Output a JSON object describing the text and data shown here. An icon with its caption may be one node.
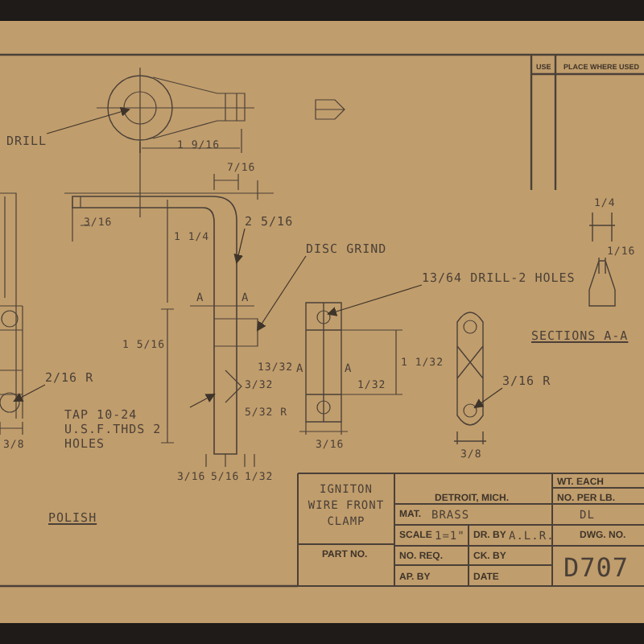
{
  "diagram": {
    "nodes": [
      {
        "text": [
          "DRILL"
        ]
      },
      {
        "text": [
          "DISC GRIND"
        ]
      },
      {
        "text": [
          "13/64 DRILL-2 HOLES"
        ]
      },
      {
        "text": [
          "TAP 10-24 U.S.F.THDS 2 HOLES"
        ]
      },
      {
        "text": [
          "3/16 R"
        ]
      },
      {
        "text": [
          "2/16 R"
        ]
      },
      {
        "text": [
          "2 5/16"
        ]
      }
    ],
    "edges": [
      {
        "from": 0,
        "to": null,
        "arrow": "to"
      },
      {
        "from": 1,
        "to": null,
        "arrow": "to"
      },
      {
        "from": 2,
        "to": null,
        "arrow": "to"
      },
      {
        "from": 3,
        "to": null,
        "arrow": "to"
      },
      {
        "from": 4,
        "to": null,
        "arrow": "to"
      },
      {
        "from": 5,
        "to": null,
        "arrow": "to"
      },
      {
        "from": 6,
        "to": null,
        "arrow": "to"
      }
    ],
    "labels": [
      "USE",
      "PLACE WHERE USED",
      "1 9/16",
      "7/16",
      "3/16",
      "1 1/4",
      "A",
      "A",
      "1/4",
      "1/16",
      "1 5/16",
      "13/32",
      "A",
      "A",
      "1 1/32",
      "1/32",
      "SECTIONS A-A",
      "3/32",
      "5/32 R",
      "3/8",
      "3/16",
      "3/8",
      "3/16",
      "5/16",
      "1/32",
      "POLISH",
      "IGNITON WIRE FRONT CLAMP",
      "DETROIT, MICH.",
      "WT. EACH",
      "NO. PER LB.",
      "MAT.",
      "BRASS",
      "DL",
      "SCALE",
      "1=1\"",
      "DR. BY",
      "A.L.R.",
      "DWG. NO.",
      "PART NO.",
      "NO. REQ.",
      "CK. BY",
      "D707",
      "AP. BY",
      "DATE"
    ]
  }
}
